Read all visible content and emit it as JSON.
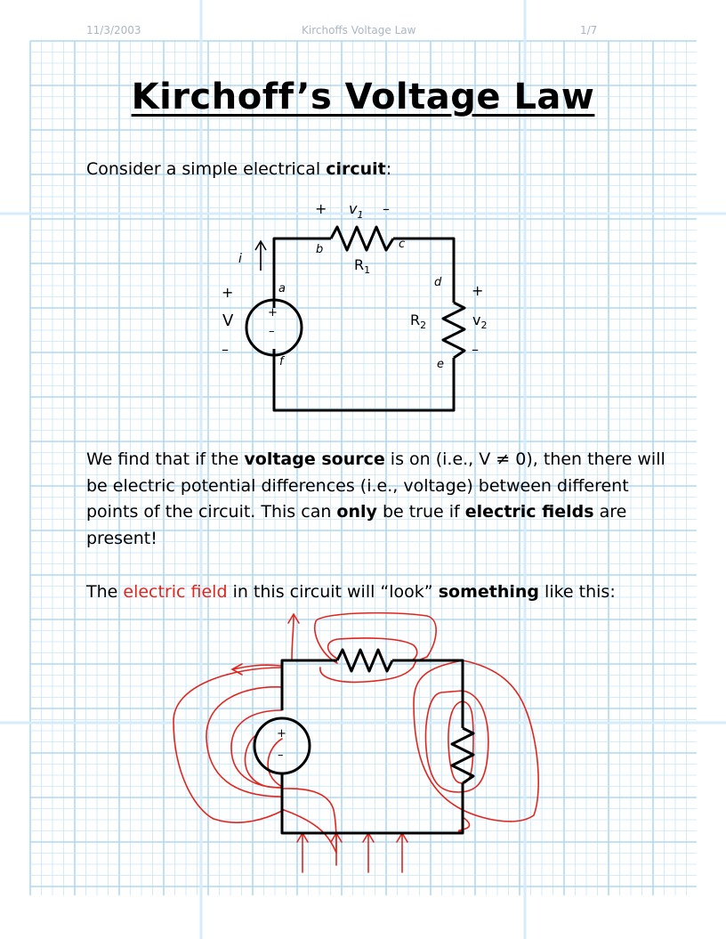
{
  "header": {
    "date": "11/3/2003",
    "doc_title": "Kirchoffs Voltage Law",
    "page": "1/7"
  },
  "title": "Kirchoff’s Voltage Law",
  "intro": {
    "text": "Consider a simple electrical ",
    "bold": "circuit",
    "end": ":"
  },
  "circuit_labels": {
    "plus_top": "+",
    "v1": "v",
    "v1_sub": "1",
    "minus_top": "–",
    "i": "i",
    "a": "a",
    "b": "b",
    "c": "c",
    "d": "d",
    "e": "e",
    "f": "f",
    "r1": "R",
    "r1_sub": "1",
    "r2": "R",
    "r2_sub": "2",
    "src_plus": "+",
    "src_minus": "–",
    "left_plus": "+",
    "left_v": "V",
    "left_minus": "–",
    "right_plus": "+",
    "v2": "v",
    "v2_sub": "2",
    "right_minus": "–"
  },
  "paragraph2": {
    "t1": "We find that if the ",
    "b1": "voltage source",
    "t2": " is on (i.e., V ≠ 0), then there will be electric potential differences (i.e., voltage) between different points of the circuit.  This can ",
    "b2": "only",
    "t3": " be true if ",
    "b3": "electric fields",
    "t4": " are present!"
  },
  "paragraph3": {
    "t1": "The ",
    "red": "electric field",
    "t2": " in this circuit will “look” ",
    "b1": "something",
    "t3": " like this:"
  },
  "field_labels": {
    "plus": "+",
    "minus": "–"
  },
  "colors": {
    "grid": "#c8e6f8",
    "grid_major": "#b0d8f3",
    "field": "#e0261d"
  }
}
